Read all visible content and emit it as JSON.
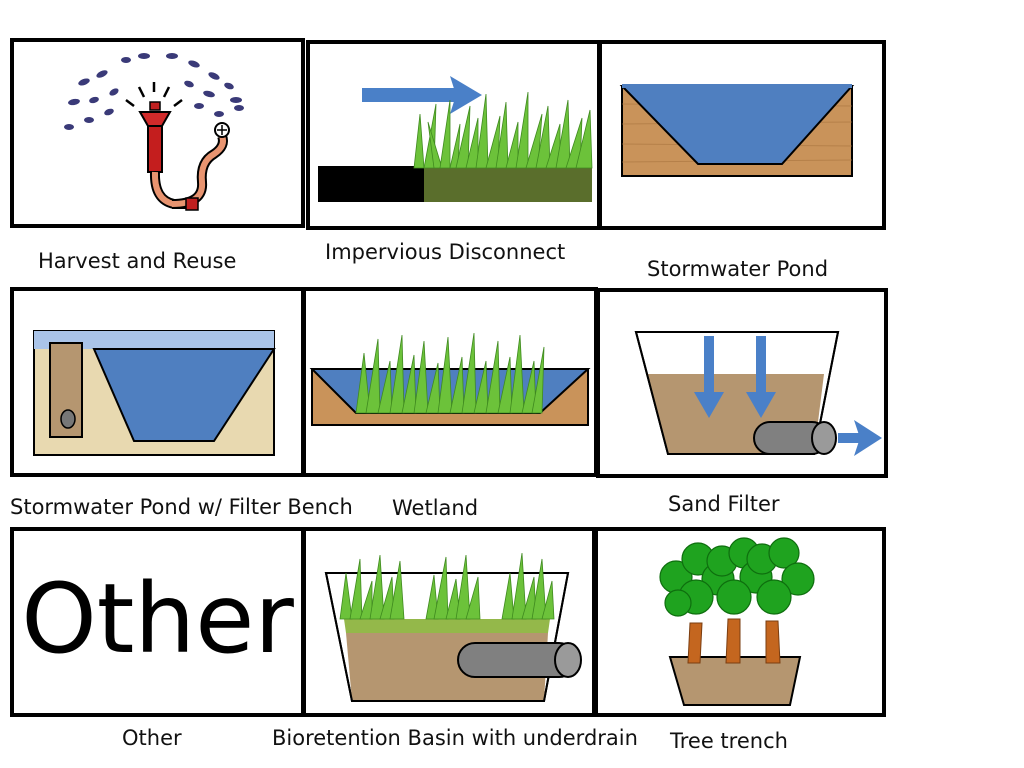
{
  "items": [
    {
      "caption": "Harvest and Reuse"
    },
    {
      "caption": "Impervious Disconnect"
    },
    {
      "caption": "Stormwater Pond"
    },
    {
      "caption": "Stormwater Pond w/ Filter Bench"
    },
    {
      "caption": "Wetland"
    },
    {
      "caption": "Sand Filter"
    },
    {
      "caption": "Other",
      "tile_text": "Other"
    },
    {
      "caption": "Bioretention Basin with underdrain"
    },
    {
      "caption": "Tree trench"
    }
  ],
  "colors": {
    "water": "#4f7fc0",
    "soil_wood": "#c9935a",
    "sand": "#d9c7a0",
    "filter_media": "#b59670",
    "grass": "#5db833",
    "grass_base": "#5a6e2c",
    "pipe": "#808080",
    "arrow": "#4a80c8",
    "tree_leaf": "#1fa31f",
    "tree_trunk": "#c4661f"
  },
  "icons": [
    "sprinkler-icon",
    "arrow-icon",
    "grass-icon",
    "pond-icon",
    "filter-bench-icon",
    "wetland-icon",
    "sand-filter-icon",
    "underdrain-pipe-icon",
    "tree-icon"
  ]
}
